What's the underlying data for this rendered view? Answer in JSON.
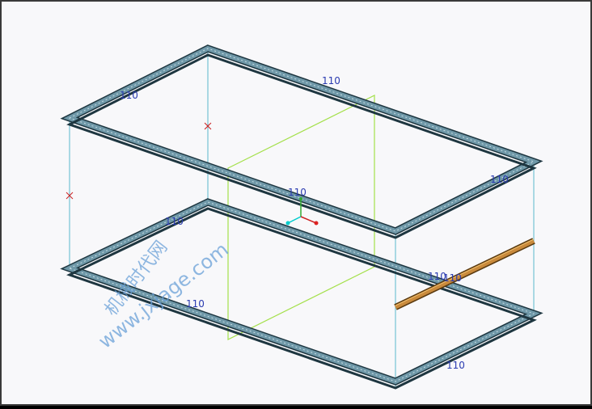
{
  "viewport": {
    "background": "#f8f8fa",
    "frame_color": "#3a3a3a",
    "beam_color": "#6f98a8",
    "beam_edge": "#1e3640",
    "cross_beam_color": "#c98a3c",
    "sketch_color": "#a4e04a",
    "guide_color": "#5ab7cc",
    "datum_marker_color": "#cc2222"
  },
  "dimensions": {
    "top_left": "110",
    "top_back": "110",
    "top_right": "110",
    "center": "110",
    "bottom_left": "110",
    "bottom_front": "110",
    "bottom_right_a": "110",
    "bottom_right_b": "110",
    "bottom_near": "110"
  },
  "watermark": {
    "line1": "机械时代网",
    "line2": "www.jxjage.com"
  }
}
